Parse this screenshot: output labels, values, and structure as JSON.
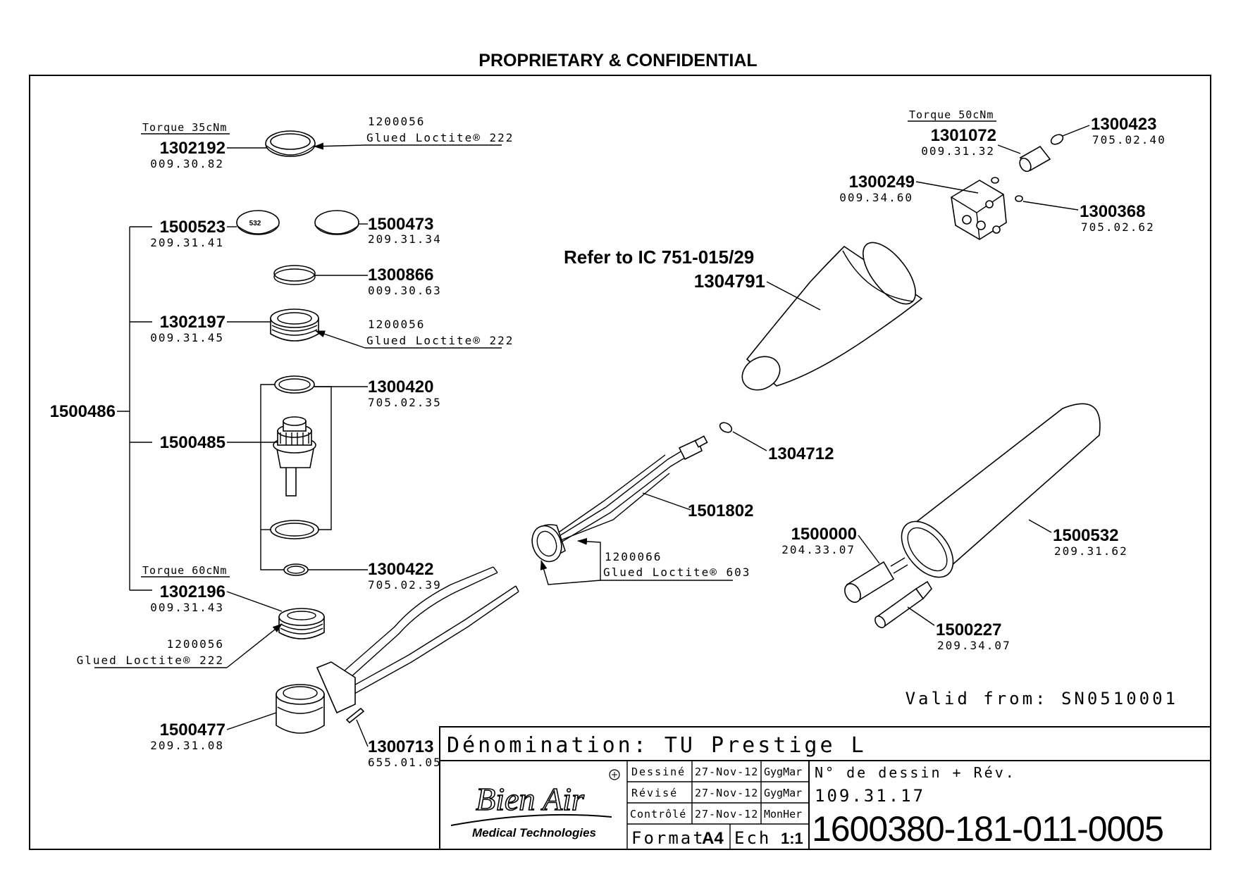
{
  "header": {
    "title": "PROPRIETARY & CONFIDENTIAL"
  },
  "torques": {
    "t35": "Torque 35cNm",
    "t50": "Torque 50cNm",
    "t60": "Torque 60cNm"
  },
  "glue": {
    "code_a": "1200056",
    "text_a": "Glued Loctite® 222",
    "code_b": "1200066",
    "text_b": "Glued Loctite® 603"
  },
  "refer_note": "Refer to IC 751-015/29",
  "validity": "Valid from: SN0510001",
  "parts": {
    "p1302192": {
      "num": "1302192",
      "ref": "009.30.82"
    },
    "p1500523": {
      "num": "1500523",
      "ref": "209.31.41",
      "cap_text": "532"
    },
    "p1500473": {
      "num": "1500473",
      "ref": "209.31.34"
    },
    "p1300866": {
      "num": "1300866",
      "ref": "009.30.63"
    },
    "p1302197": {
      "num": "1302197",
      "ref": "009.31.45"
    },
    "p1300420": {
      "num": "1300420",
      "ref": "705.02.35"
    },
    "p1500486": {
      "num": "1500486"
    },
    "p1500485": {
      "num": "1500485"
    },
    "p1300422": {
      "num": "1300422",
      "ref": "705.02.39"
    },
    "p1302196": {
      "num": "1302196",
      "ref": "009.31.43"
    },
    "p1500477": {
      "num": "1500477",
      "ref": "209.31.08"
    },
    "p1300713": {
      "num": "1300713",
      "ref": "655.01.05"
    },
    "p1301072": {
      "num": "1301072",
      "ref": "009.31.32"
    },
    "p1300423": {
      "num": "1300423",
      "ref": "705.02.40"
    },
    "p1300249": {
      "num": "1300249",
      "ref": "009.34.60"
    },
    "p1300368": {
      "num": "1300368",
      "ref": "705.02.62"
    },
    "p1304791": {
      "num": "1304791"
    },
    "p1304712": {
      "num": "1304712"
    },
    "p1501802": {
      "num": "1501802"
    },
    "p1500000": {
      "num": "1500000",
      "ref": "204.33.07"
    },
    "p1500532": {
      "num": "1500532",
      "ref": "209.31.62"
    },
    "p1500227": {
      "num": "1500227",
      "ref": "209.34.07"
    }
  },
  "title_block": {
    "denomination": "Dénomination: TU Prestige L",
    "logo_brand": "Bien Air",
    "logo_tagline": "Medical Technologies",
    "rows": [
      {
        "label": "Dessiné",
        "date": "27-Nov-12",
        "who": "GygMar"
      },
      {
        "label": "Révisé",
        "date": "27-Nov-12",
        "who": "GygMar"
      },
      {
        "label": "Contrôlé",
        "date": "27-Nov-12",
        "who": "MonHer"
      }
    ],
    "format_label": "Format",
    "format_value": "A4",
    "scale_label": "Ech",
    "scale_value": "1:1",
    "drawing_label": "N° de dessin + Rév.",
    "drawing_short": "109.31.17",
    "drawing_number": "1600380-181-011-0005"
  }
}
